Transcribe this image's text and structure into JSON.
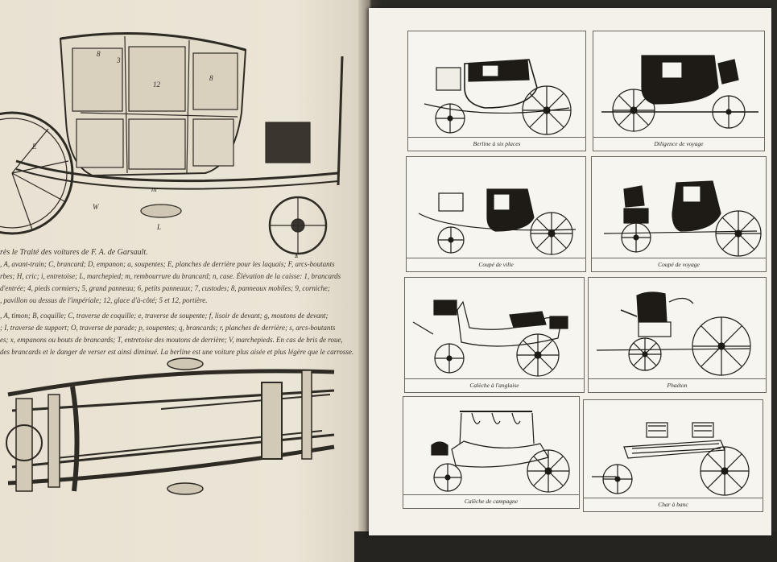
{
  "left_page": {
    "caption_title": "rès le Traité des voitures de F. A. de Garsault.",
    "caption_lines": [
      ", A, avant-train; C, brancard; D, empanon; a, soupentes; E, planches de derrière pour les laquais; F, arcs-boutants",
      "rbes; H, cric; i, entretoise; L, marchepied; m, rembourrure du brancard; n, case. Élévation de la caisse: 1, brancards",
      "d'entrée; 4, pieds cormiers; 5, grand panneau; 6, petits panneaux; 7, custodes; 8, panneaux mobiles; 9, corniche;",
      ", pavillon ou dessus de l'impériale; 12, glace d'à-côté; 5 et 12, portière."
    ],
    "caption_lines_2": [
      ", A, timon; B, coquille; C, traverse de coquille; e, traverse de soupente; f, lisoir de devant; g, moutons de devant;",
      "; I, traverse de support; O, traverse de parade; p, soupentes; q, brancards; r, planches de derrière; s, arcs-boutants",
      "es; x, empanons ou bouts de brancards; T, entretoise des moutons de derrière; V, marchepieds. En cas de bris de roue,",
      "des brancards et le danger de verser est ainsi diminué. La berline est une voiture plus aisée et plus légère que le carrosse."
    ]
  },
  "right_page": {
    "panels": [
      {
        "label": "Berline à six places"
      },
      {
        "label": "Diligence de voyage"
      },
      {
        "label": "Coupé de ville"
      },
      {
        "label": "Coupé de voyage"
      },
      {
        "label": "Calèche à l'anglaise"
      },
      {
        "label": "Phaéton"
      },
      {
        "label": "Calèche de campagne"
      },
      {
        "label": "Char à banc"
      }
    ]
  }
}
